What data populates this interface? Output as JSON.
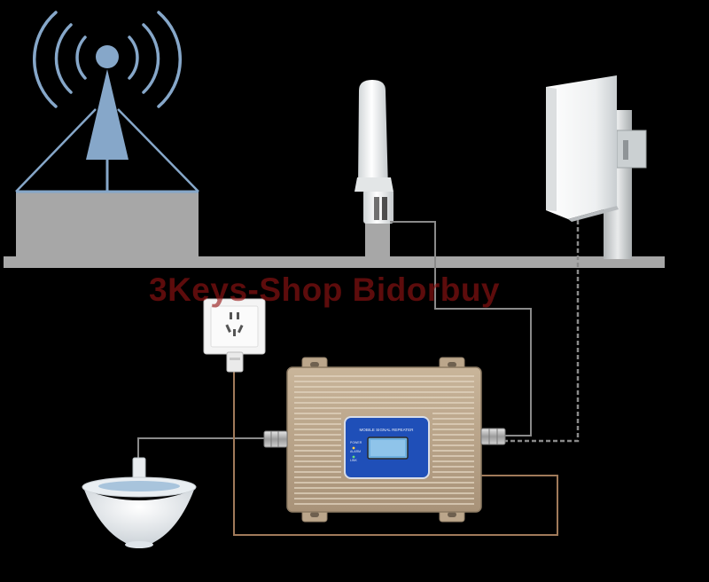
{
  "watermark": {
    "text": "3Keys-Shop Bidorbuy"
  },
  "repeater": {
    "panel_text": "MOBILE SIGNAL REPEATER",
    "side_labels": [
      "POWER",
      "ALARM",
      "LINK"
    ]
  },
  "colors": {
    "background": "#000000",
    "ground": "#a7a7a7",
    "tower": "#86a7c9",
    "cable": "#8a8a8a",
    "repeater_body": "#b9a489",
    "repeater_panel": "#1f4fb8",
    "lcd_screen": "#6fb0e0",
    "watermark": "#961414"
  },
  "icons": {
    "tower": "cell-tower-icon",
    "outdoor_antenna": "omni-antenna-icon",
    "panel_antenna": "panel-antenna-icon",
    "socket": "power-socket-icon",
    "indoor_antenna": "ceiling-antenna-icon"
  }
}
